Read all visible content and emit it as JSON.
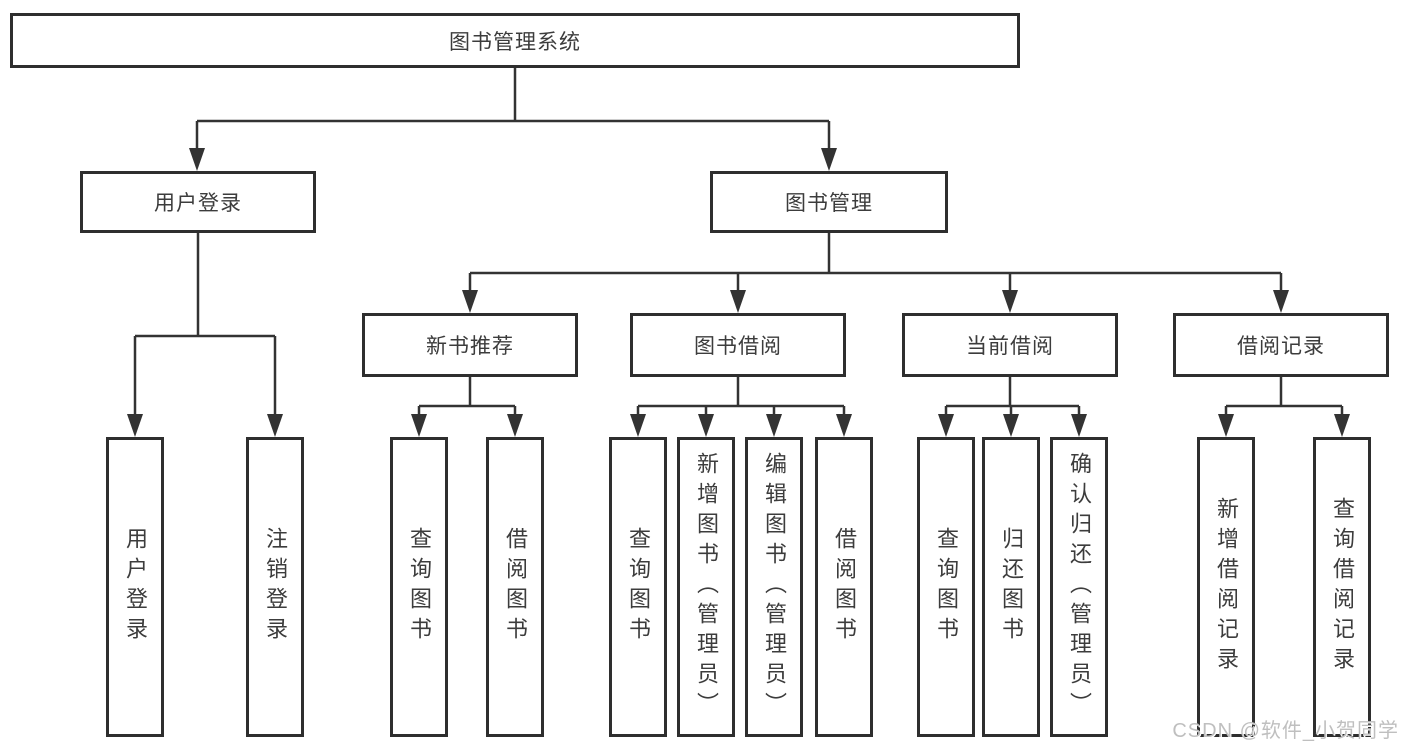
{
  "tree": {
    "label": "图书管理系统",
    "children": [
      {
        "label": "用户登录",
        "children": [
          {
            "label": "用户登录"
          },
          {
            "label": "注销登录"
          }
        ]
      },
      {
        "label": "图书管理",
        "children": [
          {
            "label": "新书推荐",
            "children": [
              {
                "label": "查询图书"
              },
              {
                "label": "借阅图书"
              }
            ]
          },
          {
            "label": "图书借阅",
            "children": [
              {
                "label": "查询图书"
              },
              {
                "label": "新增图书（管理员）"
              },
              {
                "label": "编辑图书（管理员）"
              },
              {
                "label": "借阅图书"
              }
            ]
          },
          {
            "label": "当前借阅",
            "children": [
              {
                "label": "查询图书"
              },
              {
                "label": "归还图书"
              },
              {
                "label": "确认归还（管理员）"
              }
            ]
          },
          {
            "label": "借阅记录",
            "children": [
              {
                "label": "新增借阅记录"
              },
              {
                "label": "查询借阅记录"
              }
            ]
          }
        ]
      }
    ]
  },
  "watermark": "CSDN @软件_小贺同学",
  "colors": {
    "line": "#333333",
    "box_border": "#2e2e2e",
    "box_fill": "#ffffff",
    "text": "#3c3c3c",
    "background": "#ffffff",
    "watermark": "#bfbfbf"
  }
}
